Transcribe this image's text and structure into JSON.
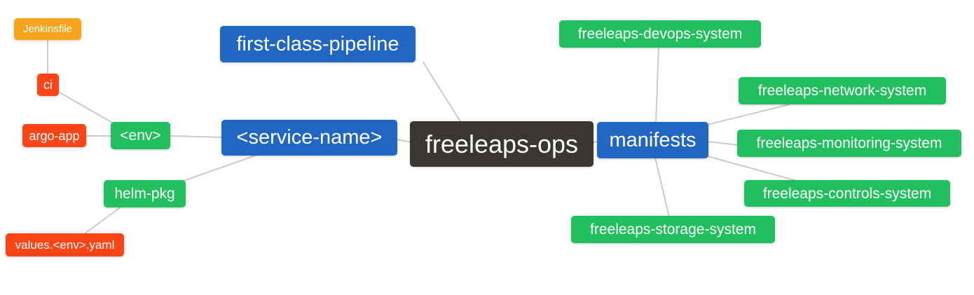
{
  "mindmap": {
    "background": "#ffffff",
    "edge_color": "#cbcbcb",
    "palette": {
      "root_dark": "#3a3733",
      "branch_blue": "#2166c2",
      "green": "#22bf5e",
      "orange": "#f8a41c",
      "red": "#fb4516",
      "text": "#ffffff"
    },
    "nodes": {
      "freeleaps_ops": {
        "label": "freeleaps-ops",
        "color": "#3a3733"
      },
      "first_class_pipeline": {
        "label": "first-class-pipeline",
        "color": "#2166c2"
      },
      "service_name": {
        "label": "<service-name>",
        "color": "#2166c2"
      },
      "manifests": {
        "label": "manifests",
        "color": "#2166c2"
      },
      "env": {
        "label": "<env>",
        "color": "#22bf5e"
      },
      "helm_pkg": {
        "label": "helm-pkg",
        "color": "#22bf5e"
      },
      "ci": {
        "label": "ci",
        "color": "#fb4516"
      },
      "argo_app": {
        "label": "argo-app",
        "color": "#fb4516"
      },
      "values_env_yaml": {
        "label": "values.<env>.yaml",
        "color": "#fb4516"
      },
      "jenkinsfile": {
        "label": "Jenkinsfile",
        "color": "#f8a41c"
      },
      "freeleaps_devops_system": {
        "label": "freeleaps-devops-system",
        "color": "#22bf5e"
      },
      "freeleaps_network_system": {
        "label": "freeleaps-network-system",
        "color": "#22bf5e"
      },
      "freeleaps_monitoring_system": {
        "label": "freeleaps-monitoring-system",
        "color": "#22bf5e"
      },
      "freeleaps_controls_system": {
        "label": "freeleaps-controls-system",
        "color": "#22bf5e"
      },
      "freeleaps_storage_system": {
        "label": "freeleaps-storage-system",
        "color": "#22bf5e"
      }
    },
    "edges": [
      {
        "from": "jenkinsfile",
        "to": "ci"
      },
      {
        "from": "ci",
        "to": "env"
      },
      {
        "from": "argo_app",
        "to": "env"
      },
      {
        "from": "env",
        "to": "service_name"
      },
      {
        "from": "service_name",
        "to": "helm_pkg"
      },
      {
        "from": "helm_pkg",
        "to": "values_env_yaml"
      },
      {
        "from": "first_class_pipeline",
        "to": "freeleaps_ops"
      },
      {
        "from": "service_name",
        "to": "freeleaps_ops"
      },
      {
        "from": "freeleaps_ops",
        "to": "manifests"
      },
      {
        "from": "manifests",
        "to": "freeleaps_devops_system"
      },
      {
        "from": "manifests",
        "to": "freeleaps_network_system"
      },
      {
        "from": "manifests",
        "to": "freeleaps_monitoring_system"
      },
      {
        "from": "manifests",
        "to": "freeleaps_controls_system"
      },
      {
        "from": "manifests",
        "to": "freeleaps_storage_system"
      }
    ]
  }
}
